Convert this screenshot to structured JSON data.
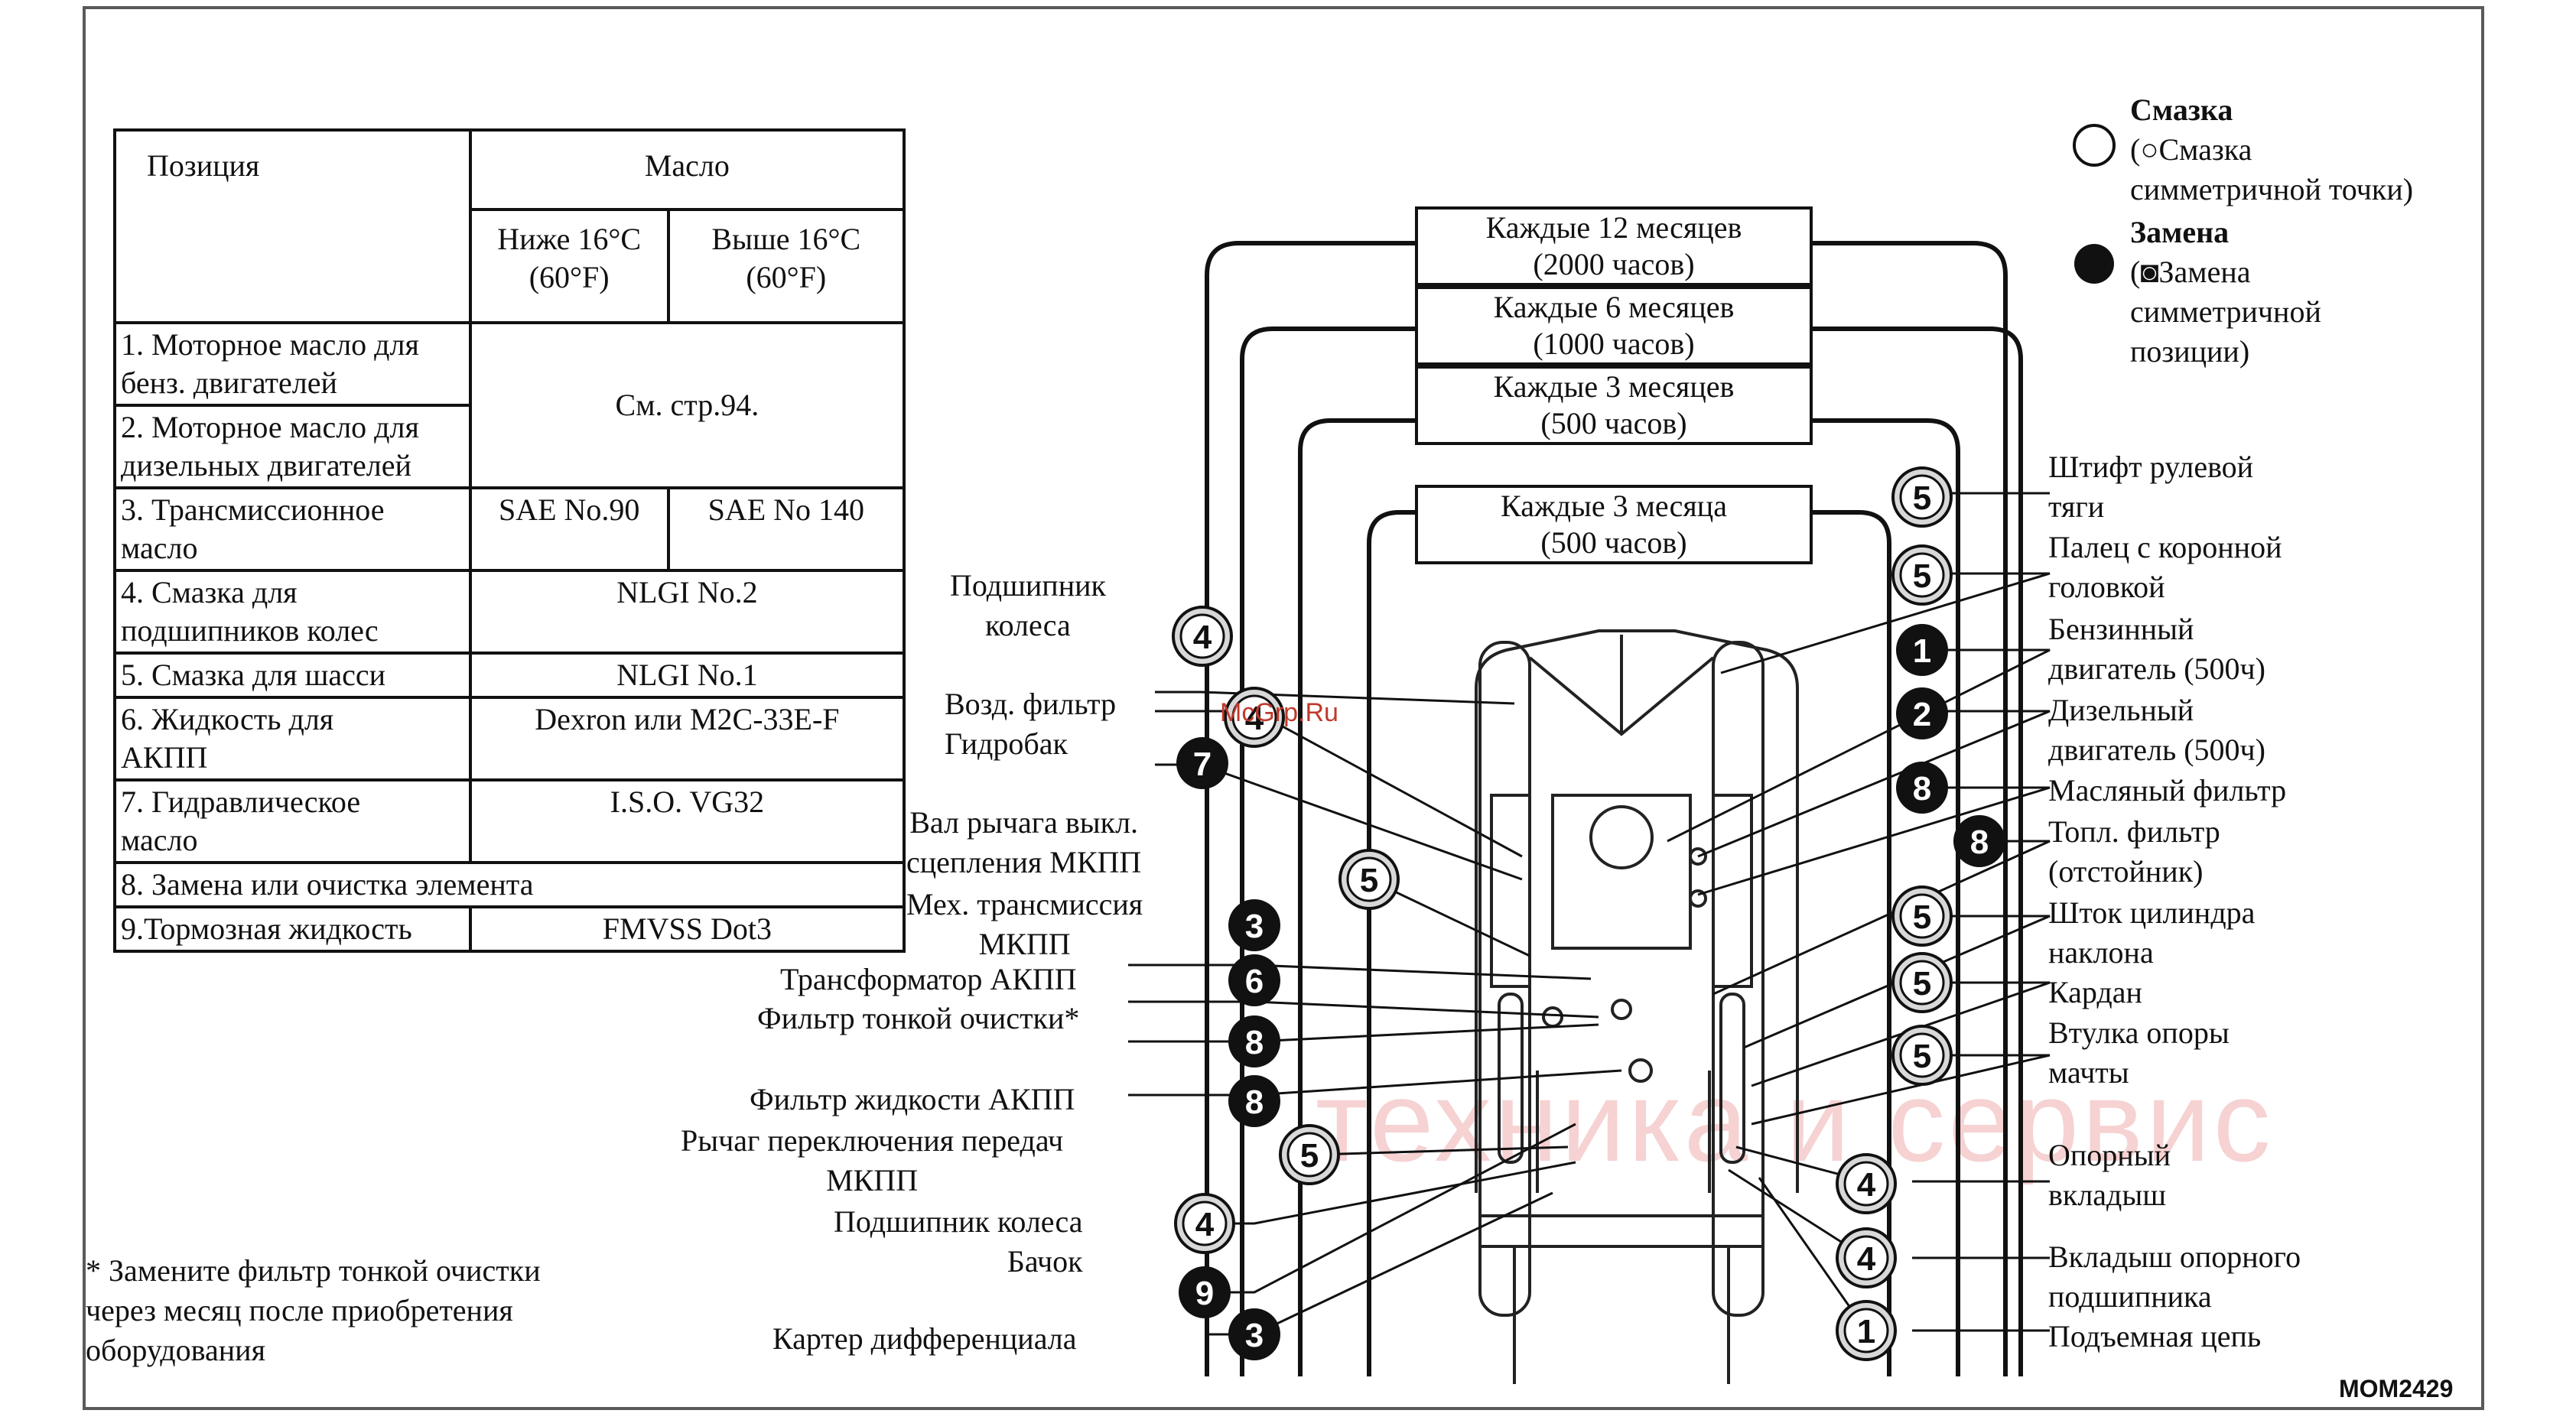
{
  "table": {
    "header_position": "Позиция",
    "header_oil": "Масло",
    "col_below": "Ниже 16°C\n(60°F)",
    "col_above": "Выше 16°C\n(60°F)",
    "rows": [
      {
        "label": "1. Моторное масло для\nбенз. двигателей"
      },
      {
        "label": "2. Моторное масло для\nдизельных двигателей",
        "merged": "См. стр.94."
      },
      {
        "label": "3. Трансмиссионное\nмасло",
        "below": "SAE No.90",
        "above": "SAE No 140"
      },
      {
        "label": "4. Смазка для\nподшипников колес",
        "value": "NLGI No.2"
      },
      {
        "label": "5. Смазка для шасси",
        "value": "NLGI No.1"
      },
      {
        "label": "6. Жидкость для\nАКПП",
        "value": "Dexron или M2C-33E-F"
      },
      {
        "label": "7. Гидравлическое\nмасло",
        "value": "I.S.O. VG32"
      },
      {
        "label": "8. Замена или очистка элемента"
      },
      {
        "label": "9.Тормозная жидкость",
        "value": "FMVSS Dot3"
      }
    ]
  },
  "note": "* Замените фильтр тонкой очистки\nчерез месяц после приобретения\nоборудования",
  "legend": {
    "lube_title": "Смазка",
    "lube_desc": "(○Смазка\nсимметричной точки)",
    "replace_title": "Замена",
    "replace_desc": "(◙Замена\nсимметричной\nпозиции)"
  },
  "intervals": [
    "Каждые 12 месяцев\n(2000 часов)",
    "Каждые 6 месяцев\n(1000 часов)",
    "Каждые 3 месяцев\n(500 часов)",
    "Каждые 3 месяца\n(500 часов)"
  ],
  "left_labels": [
    "Подшипник\nколеса",
    "Возд. фильтр\nГидробак",
    "Вал рычага выкл.\nсцепления МКПП",
    "Мех. трансмиссия\nМКПП",
    "Трансформатор АКПП",
    "Фильтр тонкой очистки*",
    "Фильтр жидкости АКПП",
    "Рычаг переключения передач\nМКПП",
    "Подшипник колеса\nБачок",
    "Картер дифференциала"
  ],
  "right_labels": [
    "Штифт рулевой\nтяги",
    "Палец с коронной\nголовкой",
    "Бензинный\nдвигатель (500ч)",
    "Дизельный\nдвигатель (500ч)",
    "Масляный фильтр",
    "Топл. фильтр\n(отстойник)",
    "Шток цилиндра\nнаклона",
    "Кардан",
    "Втулка опоры\nмачты",
    "Опорный\nвкладыш",
    "Вкладыш опорного\nподшипника",
    "Подъемная цепь"
  ],
  "markers": {
    "left": [
      "4",
      "4",
      "7",
      "5",
      "3",
      "6",
      "8",
      "8",
      "5",
      "4",
      "9",
      "3"
    ],
    "right": [
      "5",
      "5",
      "1",
      "2",
      "8",
      "8",
      "5",
      "5",
      "5",
      "4",
      "4",
      "1"
    ]
  },
  "watermark_site": "McGrp.Ru",
  "watermark_text": "техника и сервис",
  "figure_code": "MOM2429"
}
